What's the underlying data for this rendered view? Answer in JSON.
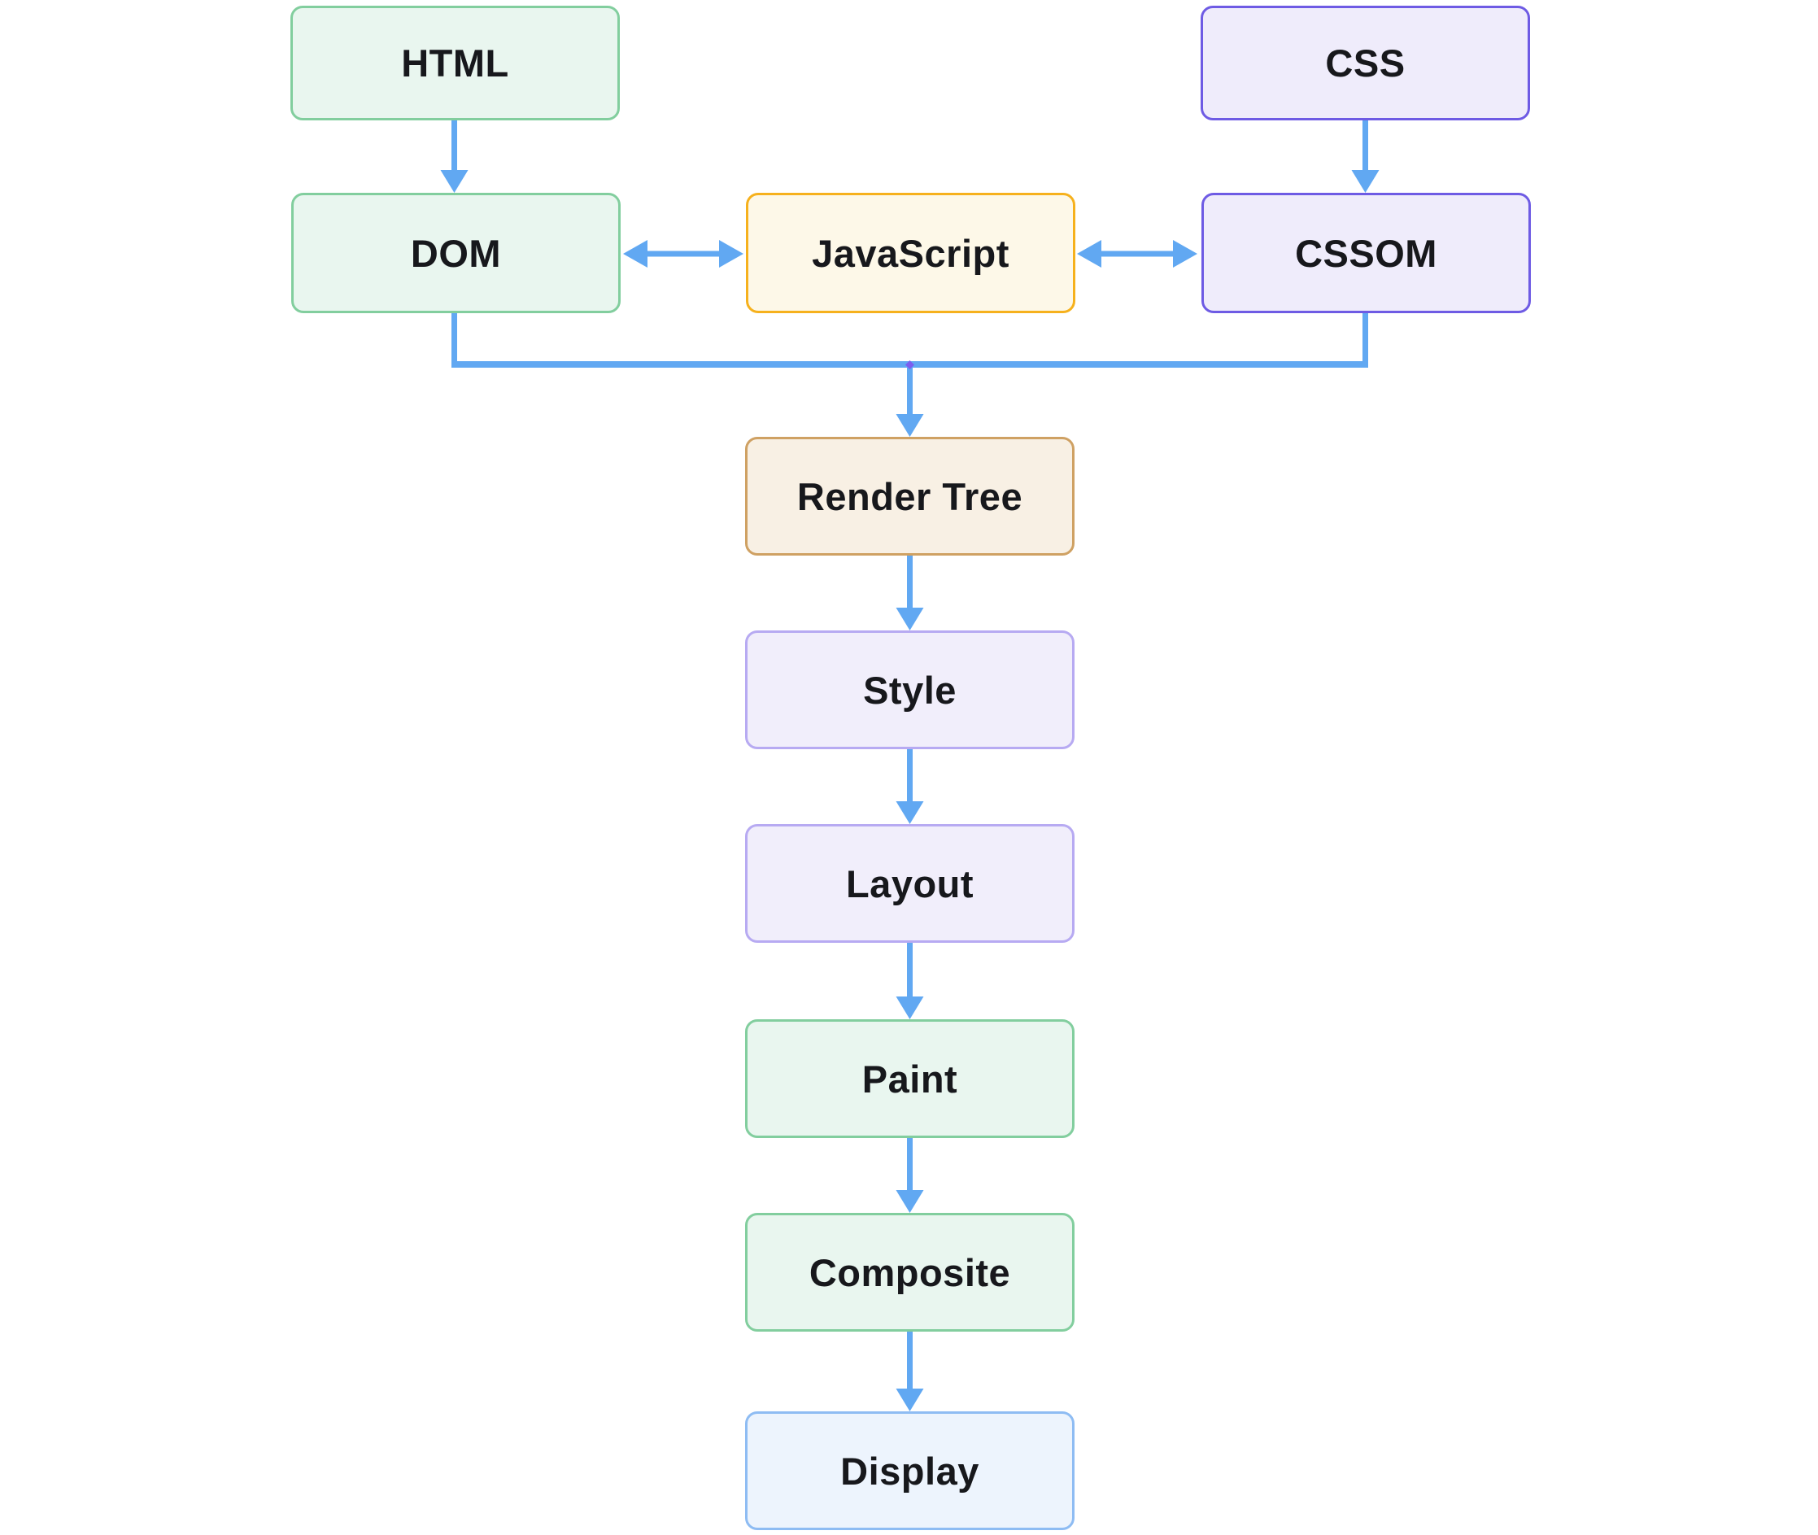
{
  "nodes": [
    {
      "id": "html",
      "label": "HTML",
      "scheme": "green"
    },
    {
      "id": "css",
      "label": "CSS",
      "scheme": "purple"
    },
    {
      "id": "dom",
      "label": "DOM",
      "scheme": "green"
    },
    {
      "id": "javascript",
      "label": "JavaScript",
      "scheme": "yellow"
    },
    {
      "id": "cssom",
      "label": "CSSOM",
      "scheme": "purple"
    },
    {
      "id": "render_tree",
      "label": "Render Tree",
      "scheme": "tan"
    },
    {
      "id": "style",
      "label": "Style",
      "scheme": "lavender"
    },
    {
      "id": "layout",
      "label": "Layout",
      "scheme": "lavender"
    },
    {
      "id": "paint",
      "label": "Paint",
      "scheme": "green"
    },
    {
      "id": "composite",
      "label": "Composite",
      "scheme": "green"
    },
    {
      "id": "display",
      "label": "Display",
      "scheme": "blue"
    }
  ],
  "edges": [
    {
      "from": "HTML",
      "to": "DOM",
      "style": "arrow-down"
    },
    {
      "from": "CSS",
      "to": "CSSOM",
      "style": "arrow-down"
    },
    {
      "from": "DOM",
      "to": "JavaScript",
      "style": "double-arrow"
    },
    {
      "from": "JavaScript",
      "to": "CSSOM",
      "style": "double-arrow"
    },
    {
      "from": "DOM + CSSOM",
      "to": "Render Tree",
      "style": "merge-arrow"
    },
    {
      "from": "Render Tree",
      "to": "Style",
      "style": "arrow-down"
    },
    {
      "from": "Style",
      "to": "Layout",
      "style": "arrow-down"
    },
    {
      "from": "Layout",
      "to": "Paint",
      "style": "arrow-down"
    },
    {
      "from": "Paint",
      "to": "Composite",
      "style": "arrow-down"
    },
    {
      "from": "Composite",
      "to": "Display",
      "style": "arrow-down"
    }
  ],
  "colors": {
    "arrow": "#61a8f2",
    "green_fill": "#e9f6ef",
    "green_border": "#82ce9e",
    "purple_fill": "#efecfb",
    "purple_border": "#6e5be4",
    "yellow_fill": "#fdf8e8",
    "yellow_border": "#f6b11d",
    "tan_fill": "#f8f0e4",
    "tan_border": "#cfa163",
    "lavender_fill": "#f1eefb",
    "lavender_border": "#b7aaf2",
    "blue_fill": "#edf4fd",
    "blue_border": "#8ebcf3",
    "junction_diamond": "#7c5ef0",
    "text": "#17181c",
    "background": "#ffffff"
  }
}
